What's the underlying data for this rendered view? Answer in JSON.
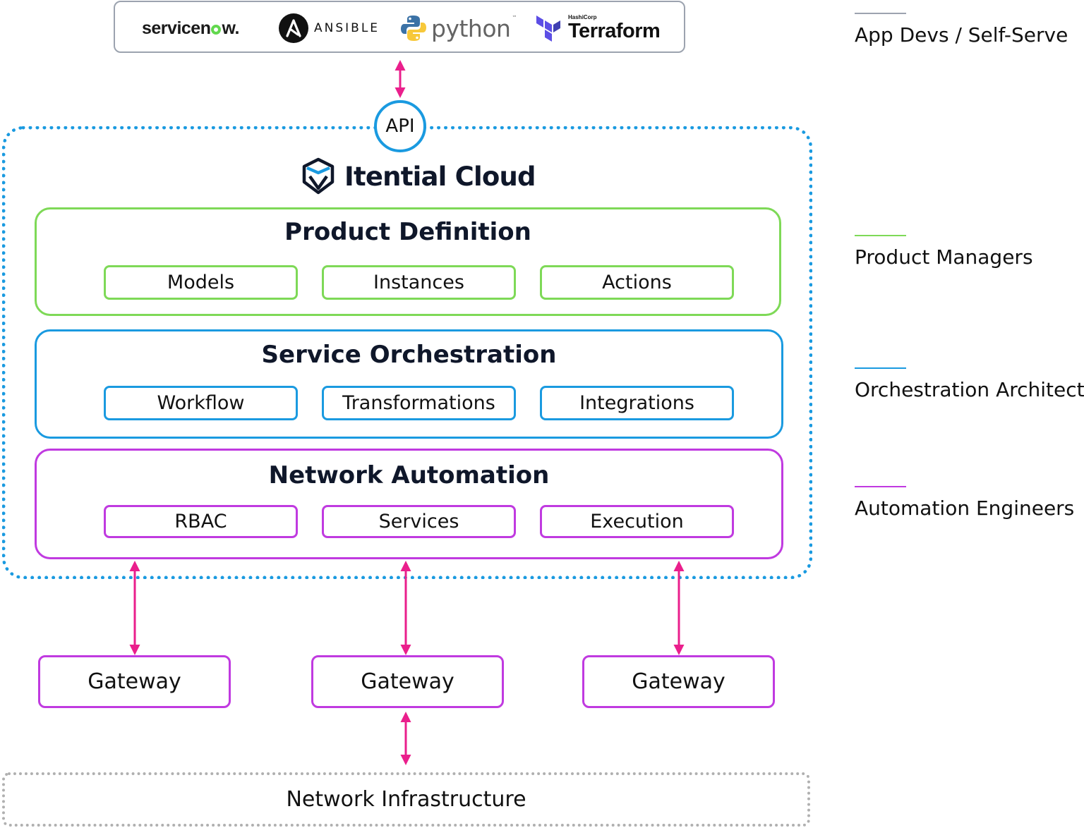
{
  "logos": {
    "servicenow": {
      "before": "servicen",
      "after": "w."
    },
    "ansible": {
      "mark": "A",
      "label": "ANSIBLE"
    },
    "python": {
      "label": "python",
      "tm": "™"
    },
    "terraform": {
      "small": "HashiCorp",
      "label": "Terraform"
    }
  },
  "api_label": "API",
  "cloud_title": "Itential Cloud",
  "layers": {
    "product_definition": {
      "title": "Product Definition",
      "chips": [
        "Models",
        "Instances",
        "Actions"
      ]
    },
    "service_orchestration": {
      "title": "Service Orchestration",
      "chips": [
        "Workflow",
        "Transformations",
        "Integrations"
      ]
    },
    "network_automation": {
      "title": "Network Automation",
      "chips": [
        "RBAC",
        "Services",
        "Execution"
      ]
    }
  },
  "gateways": [
    "Gateway",
    "Gateway",
    "Gateway"
  ],
  "infrastructure": "Network Infrastructure",
  "legend": [
    {
      "label": "App Devs / Self-Serve",
      "color": "#9ca3af"
    },
    {
      "label": "Product Managers",
      "color": "#7ed957"
    },
    {
      "label": "Orchestration Architects",
      "color": "#1a9ae0"
    },
    {
      "label": "Automation Engineers",
      "color": "#c03ae0"
    }
  ],
  "colors": {
    "arrow": "#ea1f8c",
    "cloud_border": "#1a9ae0",
    "product": "#7ed957",
    "orchestration": "#1a9ae0",
    "automation": "#c03ae0"
  }
}
